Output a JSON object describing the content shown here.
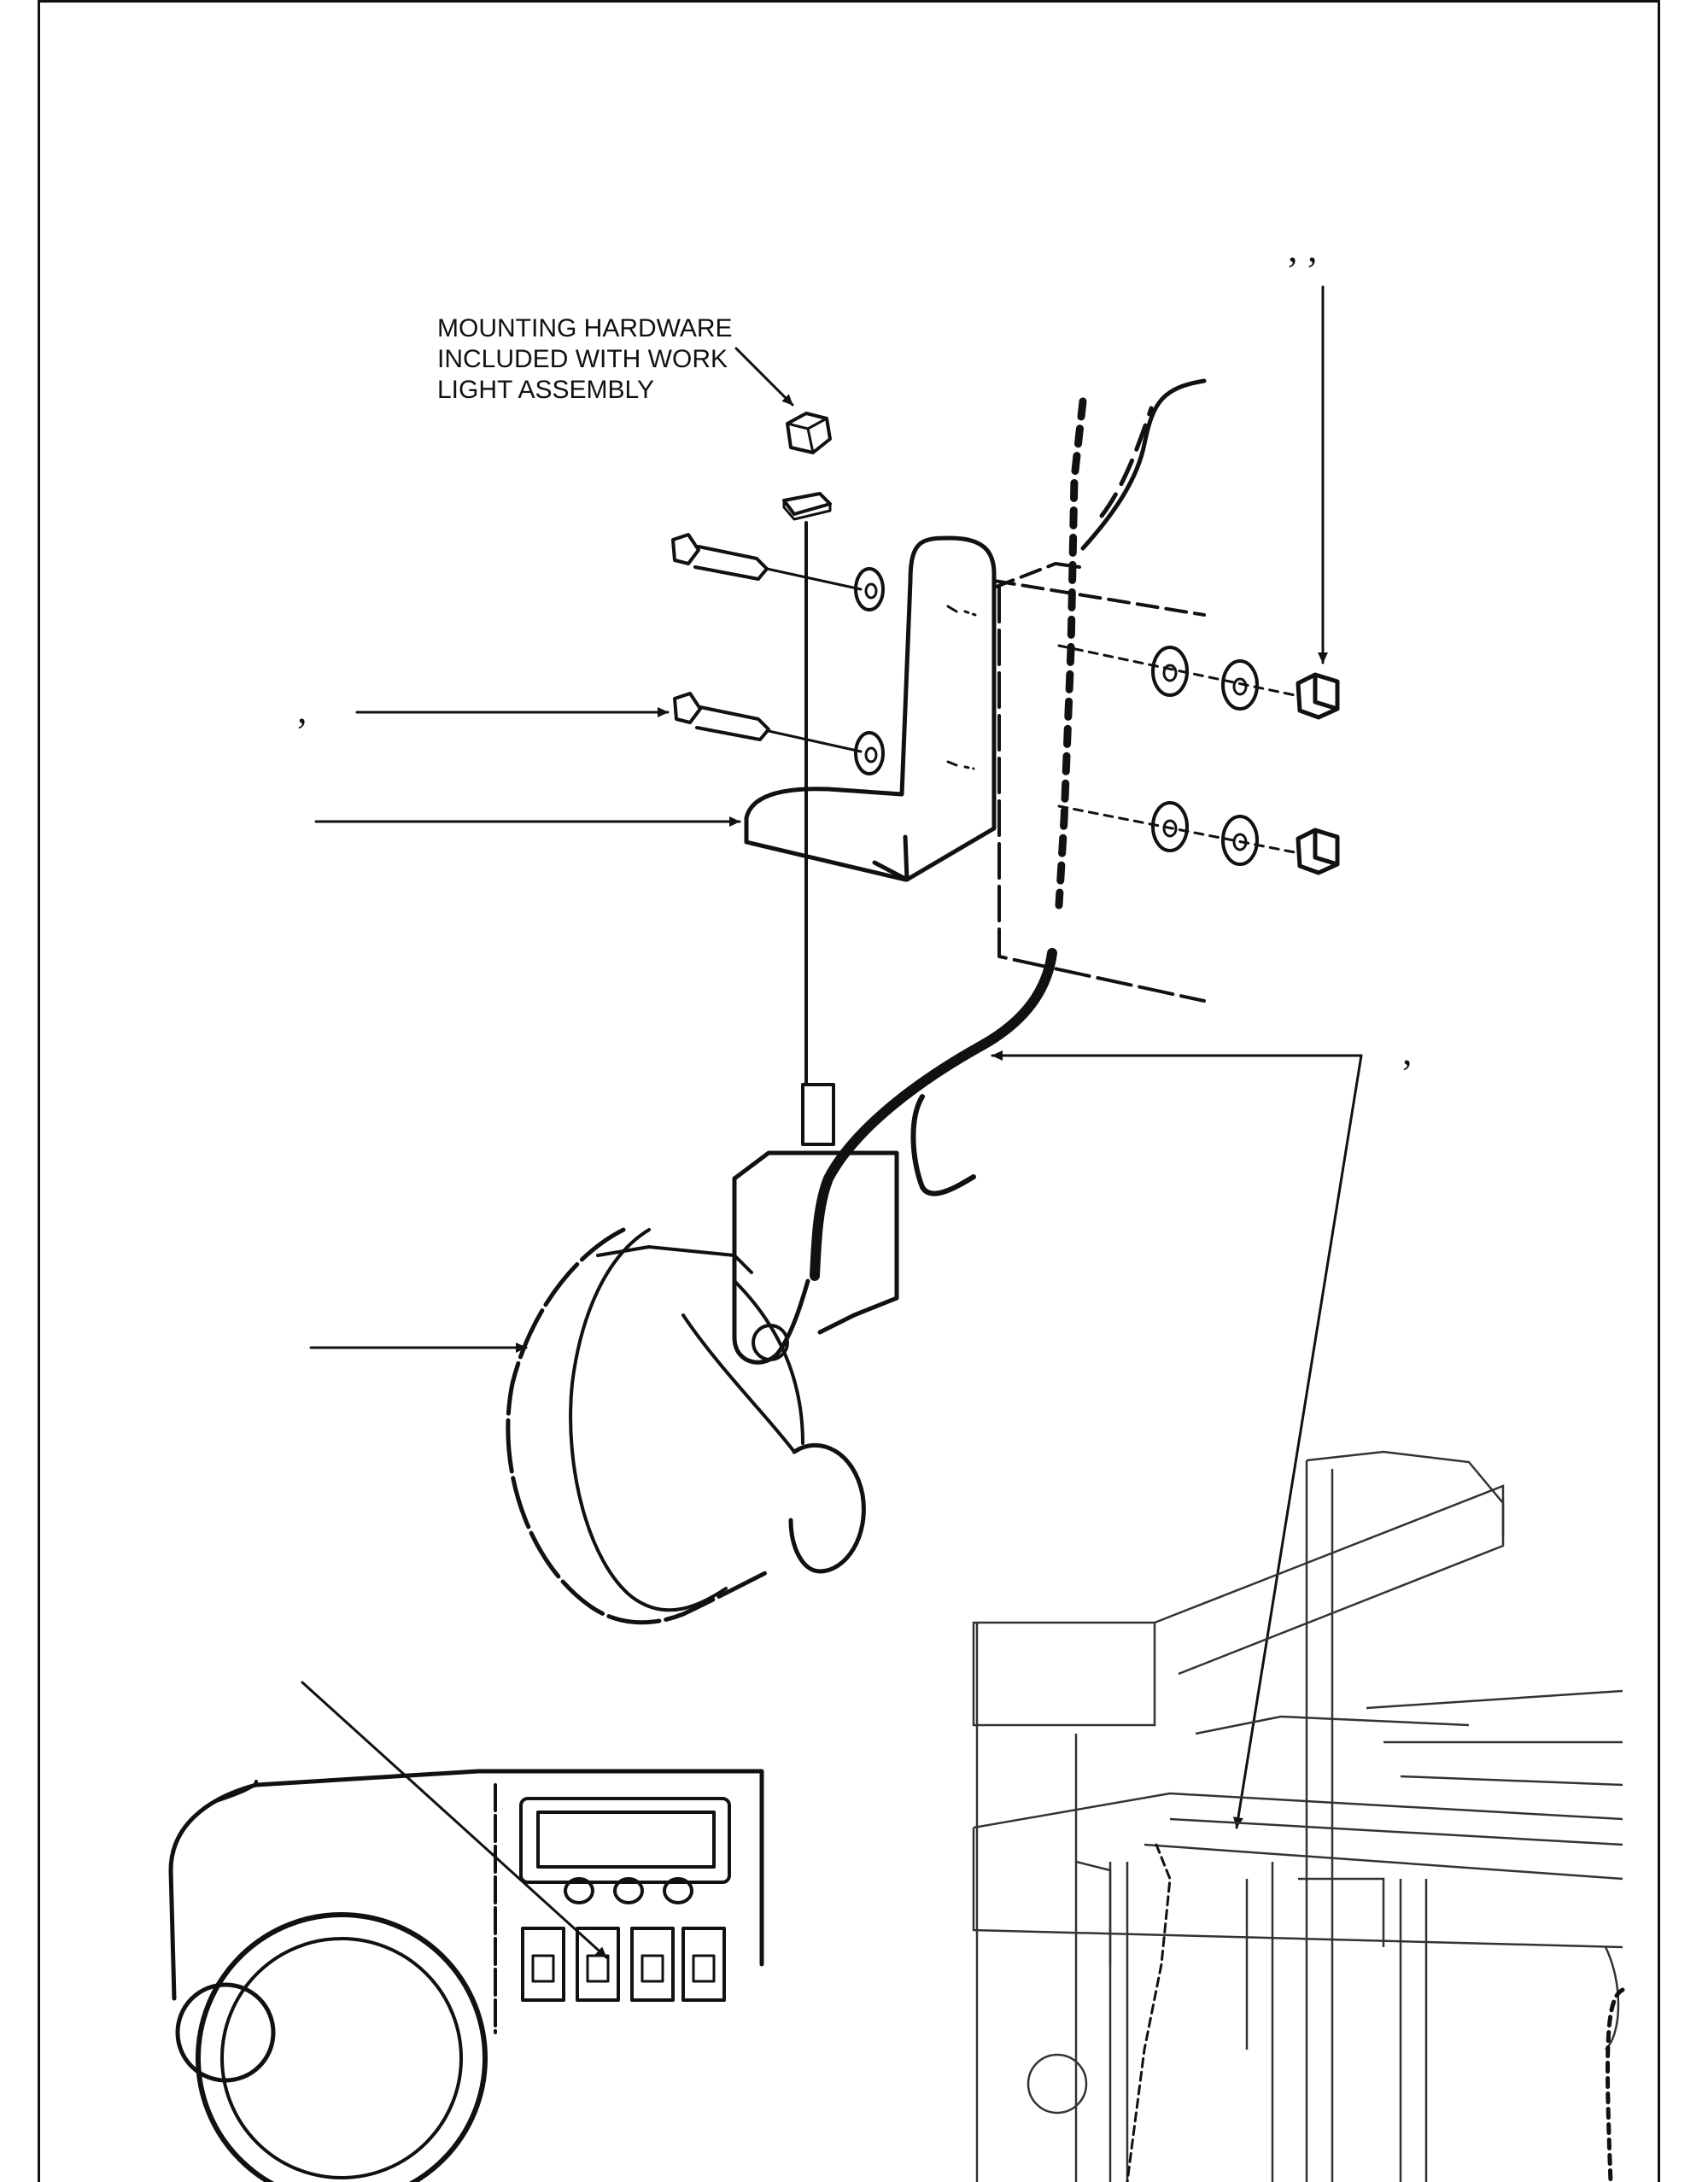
{
  "callouts": {
    "mounting_hardware": [
      "MOUNTING HARDWARE",
      "INCLUDED WITH WORK",
      "LIGHT ASSEMBLY"
    ],
    "comma_top_right": ",   ,",
    "comma_left": ",",
    "comma_right": ","
  }
}
